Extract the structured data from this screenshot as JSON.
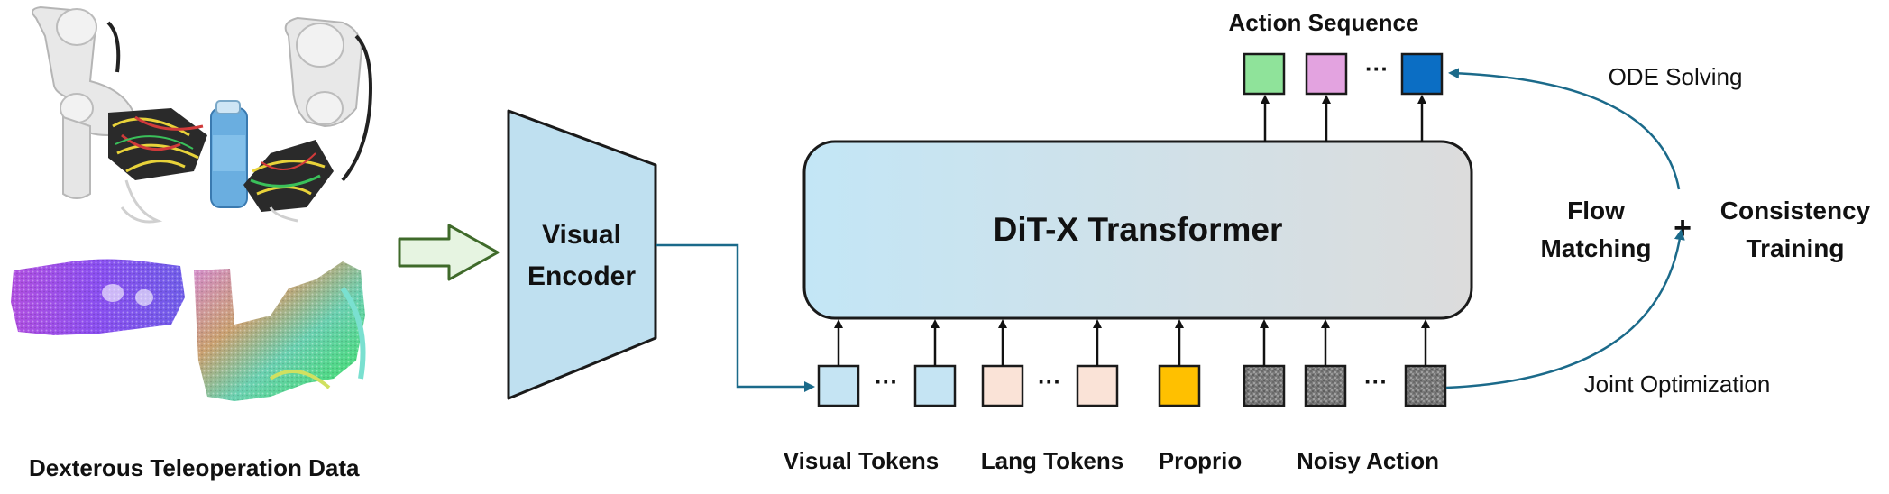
{
  "left_panel": {
    "caption": "Dexterous Teleoperation Data",
    "photo_subject": "dual-arm robot with dexterous hands holding a bottle",
    "pointcloud_subject": "colored point cloud of the robot hands"
  },
  "encoder": {
    "line1": "Visual",
    "line2": "Encoder"
  },
  "transformer": {
    "title": "DiT-X Transformer"
  },
  "outputs": {
    "title": "Action Sequence",
    "ellipsis": "···"
  },
  "inputs": {
    "ellipsis": "···",
    "groups": [
      {
        "label": "Visual Tokens"
      },
      {
        "label": "Lang Tokens"
      },
      {
        "label": "Proprio"
      },
      {
        "label": "Noisy Action"
      }
    ]
  },
  "training": {
    "flow_line1": "Flow",
    "flow_line2": "Matching",
    "plus": "+",
    "consistency_line1": "Consistency",
    "consistency_line2": "Training",
    "ode_label": "ODE Solving",
    "joint_label": "Joint Optimization"
  },
  "colors": {
    "visual_token": "#c5e4f3",
    "lang_token": "#fae3d7",
    "proprio_token": "#ffc000",
    "noisy_token": "#7f7f7f",
    "out_green": "#8fe39a",
    "out_pink": "#e3a3e0",
    "out_blue": "#0b6ec4",
    "encoder_fill": "#bfe0f0",
    "arrow_blue": "#1b6a8a",
    "hollow_arrow_fill": "#e6f4e1",
    "hollow_arrow_stroke": "#3f6a2a"
  }
}
